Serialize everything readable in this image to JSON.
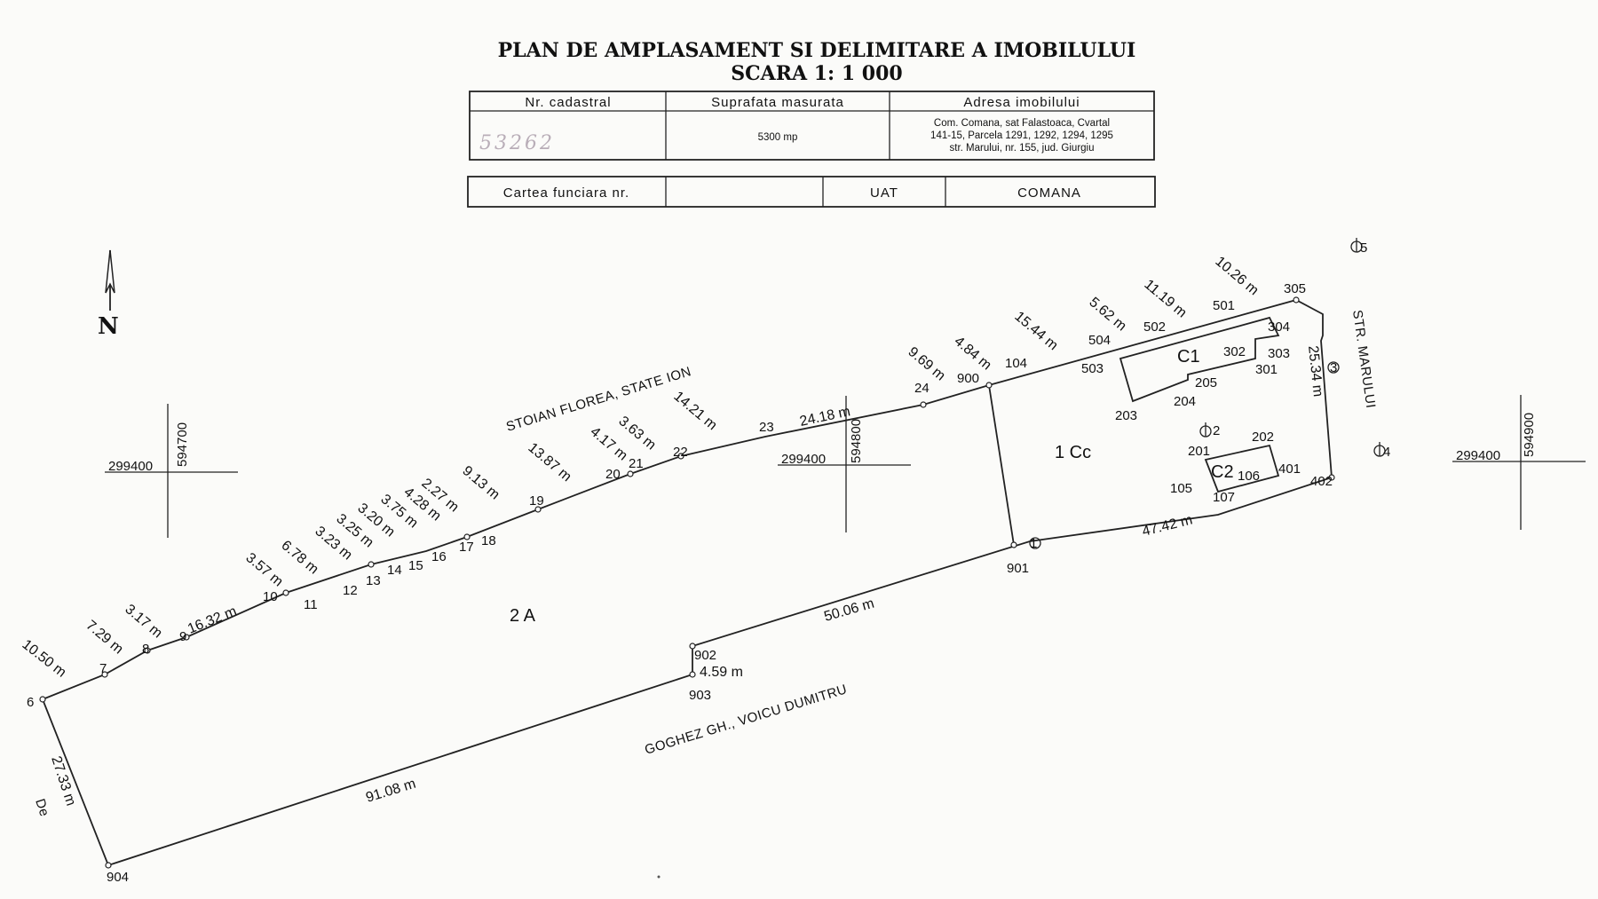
{
  "title": {
    "line1": "PLAN DE AMPLASAMENT SI DELIMITARE A IMOBILULUI",
    "line2": "SCARA 1: 1 000"
  },
  "table": {
    "h_cadastral": "Nr. cadastral",
    "h_suprafata": "Suprafata masurata",
    "h_adresa": "Adresa imobilului",
    "cadastral_handwritten": "53262",
    "suprafata": "5300 mp",
    "adresa_1": "Com. Comana, sat Falastoaca, Cvartal",
    "adresa_2": "141-15, Parcela 1291, 1292, 1294, 1295",
    "adresa_3": "str. Marului, nr. 155, jud. Giurgiu"
  },
  "table2": {
    "carte": "Cartea funciara nr.",
    "carte_value": "",
    "uat": "UAT",
    "comana": "COMANA"
  },
  "north": "N",
  "grid": {
    "left_x": "299400",
    "left_y": "594700",
    "mid_x": "299400",
    "mid_y": "594800",
    "right_x": "299400",
    "right_y": "594900"
  },
  "roads": {
    "north_owner": "STOIAN FLOREA, STATE ION",
    "south_owner": "GOGHEZ GH., VOICU DUMITRU",
    "street": "STR. MARULUI",
    "de": "De"
  },
  "parcels": {
    "p1": "1 Cc",
    "p2": "2 A",
    "c1": "C1",
    "c2": "C2"
  },
  "points": [
    {
      "id": "6",
      "label": "6"
    },
    {
      "id": "7",
      "label": "7"
    },
    {
      "id": "8",
      "label": "8"
    },
    {
      "id": "9",
      "label": "9"
    },
    {
      "id": "10",
      "label": "10"
    },
    {
      "id": "11",
      "label": "11"
    },
    {
      "id": "12",
      "label": "12"
    },
    {
      "id": "13",
      "label": "13"
    },
    {
      "id": "14",
      "label": "14"
    },
    {
      "id": "15",
      "label": "15"
    },
    {
      "id": "16",
      "label": "16"
    },
    {
      "id": "17",
      "label": "17"
    },
    {
      "id": "18",
      "label": "18"
    },
    {
      "id": "19",
      "label": "19"
    },
    {
      "id": "20",
      "label": "20"
    },
    {
      "id": "21",
      "label": "21"
    },
    {
      "id": "22",
      "label": "22"
    },
    {
      "id": "23",
      "label": "23"
    },
    {
      "id": "24",
      "label": "24"
    },
    {
      "id": "900",
      "label": "900"
    },
    {
      "id": "104",
      "label": "104"
    },
    {
      "id": "504",
      "label": "504"
    },
    {
      "id": "502",
      "label": "502"
    },
    {
      "id": "501",
      "label": "501"
    },
    {
      "id": "305",
      "label": "305"
    },
    {
      "id": "304",
      "label": "304"
    },
    {
      "id": "503",
      "label": "503"
    },
    {
      "id": "302",
      "label": "302"
    },
    {
      "id": "303",
      "label": "303"
    },
    {
      "id": "301",
      "label": "301"
    },
    {
      "id": "205",
      "label": "205"
    },
    {
      "id": "204",
      "label": "204"
    },
    {
      "id": "203",
      "label": "203"
    },
    {
      "id": "201",
      "label": "201"
    },
    {
      "id": "202",
      "label": "202"
    },
    {
      "id": "105",
      "label": "105"
    },
    {
      "id": "106",
      "label": "106"
    },
    {
      "id": "107",
      "label": "107"
    },
    {
      "id": "401",
      "label": "401"
    },
    {
      "id": "402",
      "label": "402"
    },
    {
      "id": "901",
      "label": "901"
    },
    {
      "id": "902",
      "label": "902"
    },
    {
      "id": "903",
      "label": "903"
    },
    {
      "id": "904",
      "label": "904"
    }
  ],
  "markers": [
    {
      "id": "m1",
      "label": "1"
    },
    {
      "id": "m2",
      "label": "2"
    },
    {
      "id": "m3",
      "label": "3"
    },
    {
      "id": "m4",
      "label": "4"
    },
    {
      "id": "m5",
      "label": "5"
    }
  ],
  "dimensions": {
    "d10_50": "10.50 m",
    "d7_29": "7.29 m",
    "d3_17": "3.17 m",
    "d16_32": "16.32 m",
    "d3_57": "3.57 m",
    "d6_78": "6.78 m",
    "d3_23": "3.23 m",
    "d3_25": "3.25 m",
    "d3_20": "3.20 m",
    "d3_75": "3.75 m",
    "d4_28": "4.28 m",
    "d2_27": "2.27 m",
    "d9_13": "9.13 m",
    "d13_87": "13.87 m",
    "d4_17": "4.17 m",
    "d3_63": "3.63 m",
    "d14_21": "14.21 m",
    "d24_18": "24.18 m",
    "d9_69": "9.69 m",
    "d4_84": "4.84 m",
    "d15_44": "15.44 m",
    "d5_62": "5.62 m",
    "d11_19": "11.19 m",
    "d10_26": "10.26 m",
    "d25_34": "25.34 m",
    "d47_42": "47.42 m",
    "d50_06": "50.06 m",
    "d4_59": "4.59 m",
    "d91_08": "91.08 m",
    "d27_33": "27.33 m"
  }
}
